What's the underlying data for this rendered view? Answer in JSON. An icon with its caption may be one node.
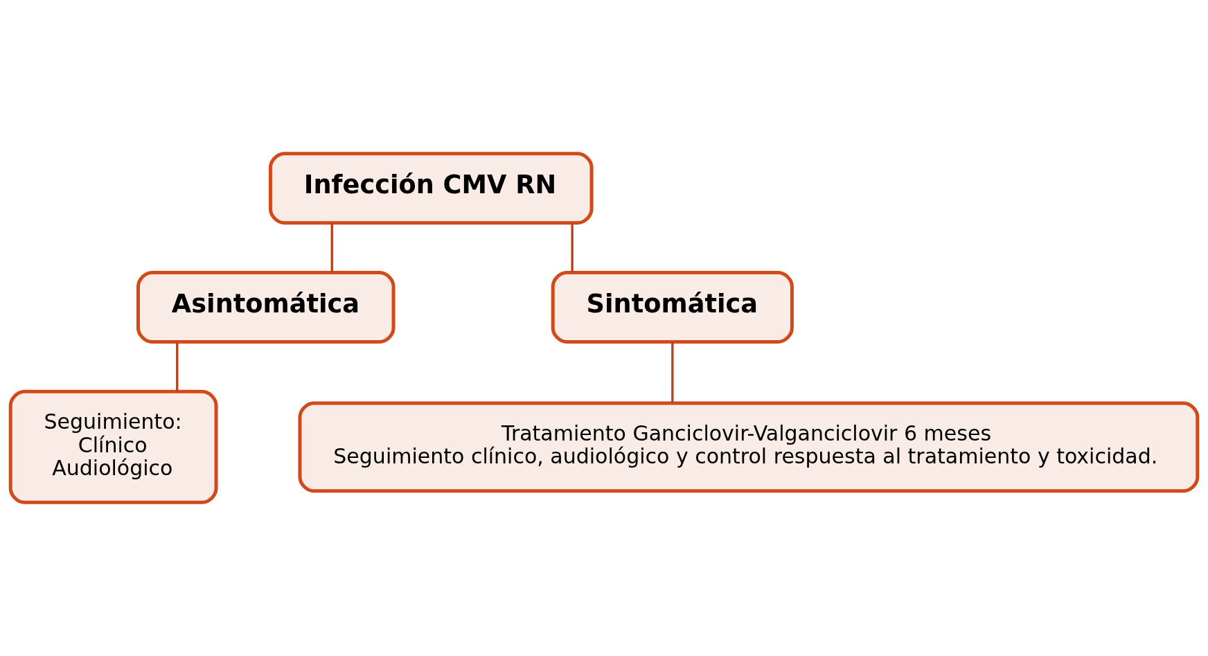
{
  "diagram": {
    "nodes": [
      {
        "text": [
          "Infección CMV RN"
        ]
      },
      {
        "text": [
          "Asintomática"
        ]
      },
      {
        "text": [
          "Sintomática"
        ]
      },
      {
        "text": [
          "Seguimiento:",
          "Clínico",
          "Audiológico"
        ]
      },
      {
        "text": [
          "Tratamiento Ganciclovir-Valganciclovir 6 meses",
          "Seguimiento clínico, audiológico y control respuesta al tratamiento y toxicidad."
        ]
      }
    ],
    "edges": [
      {
        "from": 0,
        "to": 1,
        "arrow": "none"
      },
      {
        "from": 0,
        "to": 2,
        "arrow": "none"
      },
      {
        "from": 1,
        "to": 3,
        "arrow": "none"
      },
      {
        "from": 2,
        "to": 4,
        "arrow": "none"
      }
    ]
  }
}
